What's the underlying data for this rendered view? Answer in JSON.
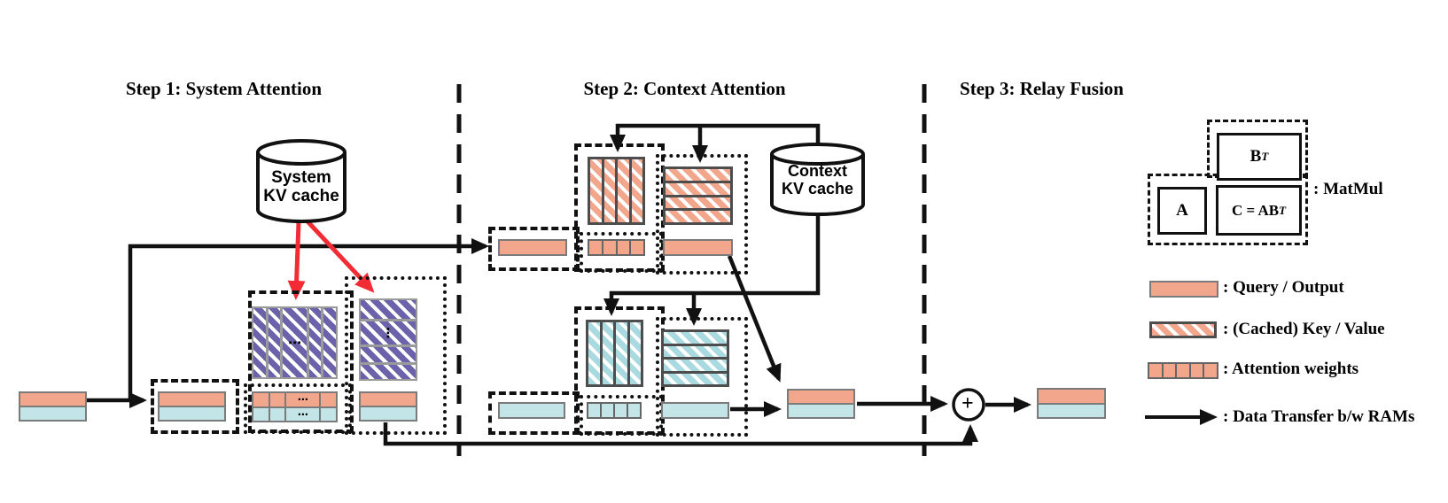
{
  "diagram": {
    "steps": [
      {
        "title": "Step 1: System Attention"
      },
      {
        "title": "Step 2: Context Attention"
      },
      {
        "title": "Step 3: Relay Fusion"
      }
    ],
    "caches": {
      "system": {
        "line1": "System",
        "line2": "KV cache"
      },
      "context": {
        "line1": "Context",
        "line2": "KV cache"
      }
    },
    "plus_label": "+",
    "dots_h": "⋯",
    "dots_v": "⋮"
  },
  "legend": {
    "matmul": {
      "a": "A",
      "b": "B",
      "b_sup": "T",
      "c": "C = AB",
      "c_sup": "T",
      "label": ": MatMul"
    },
    "items": [
      {
        "label": ": Query / Output"
      },
      {
        "label": ": (Cached) Key / Value"
      },
      {
        "label": ": Attention weights"
      },
      {
        "label": ": Data Transfer b/w RAMs"
      }
    ]
  },
  "colors": {
    "query_output": "#F2A78C",
    "context_value": "#C3E5E8",
    "system_kv": "#6B62AB",
    "red_arrow": "#F22B35",
    "line": "#111111"
  }
}
